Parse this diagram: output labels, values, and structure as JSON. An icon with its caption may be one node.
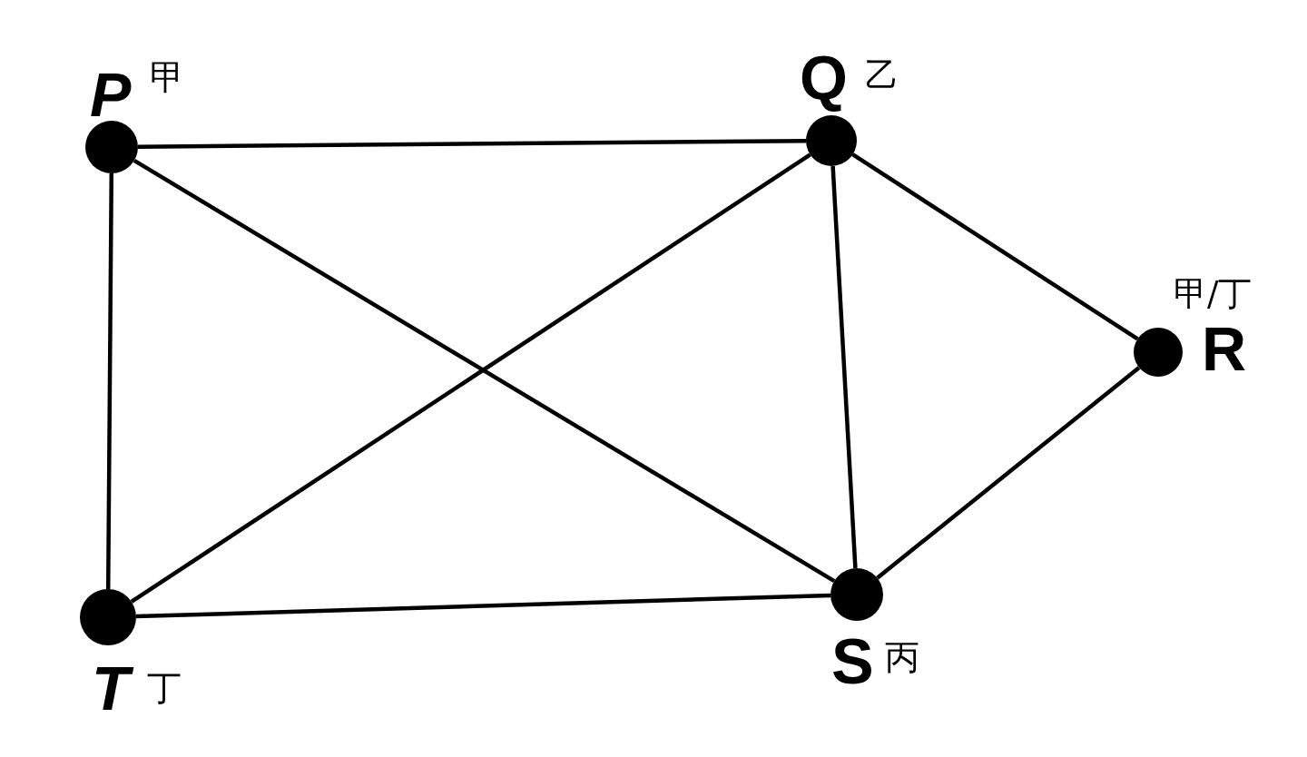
{
  "diagram": {
    "nodes": [
      {
        "text": [],
        "shape": "circle",
        "beside": [
          "P",
          "甲"
        ]
      },
      {
        "text": [],
        "shape": "circle",
        "beside": [
          "Q",
          "乙"
        ]
      },
      {
        "text": [],
        "shape": "circle",
        "beside": [
          "R",
          "甲/丁"
        ]
      },
      {
        "text": [],
        "shape": "circle",
        "beside": [
          "S",
          "丙"
        ]
      },
      {
        "text": [],
        "shape": "circle",
        "beside": [
          "T",
          "丁"
        ]
      }
    ],
    "edges": [
      {
        "from": 0,
        "to": 1,
        "arrow": "none"
      },
      {
        "from": 0,
        "to": 4,
        "arrow": "none"
      },
      {
        "from": 0,
        "to": 3,
        "arrow": "none"
      },
      {
        "from": 1,
        "to": 4,
        "arrow": "none"
      },
      {
        "from": 1,
        "to": 3,
        "arrow": "none"
      },
      {
        "from": 1,
        "to": 2,
        "arrow": "none"
      },
      {
        "from": 2,
        "to": 3,
        "arrow": "none"
      },
      {
        "from": 4,
        "to": 3,
        "arrow": "none"
      }
    ]
  }
}
